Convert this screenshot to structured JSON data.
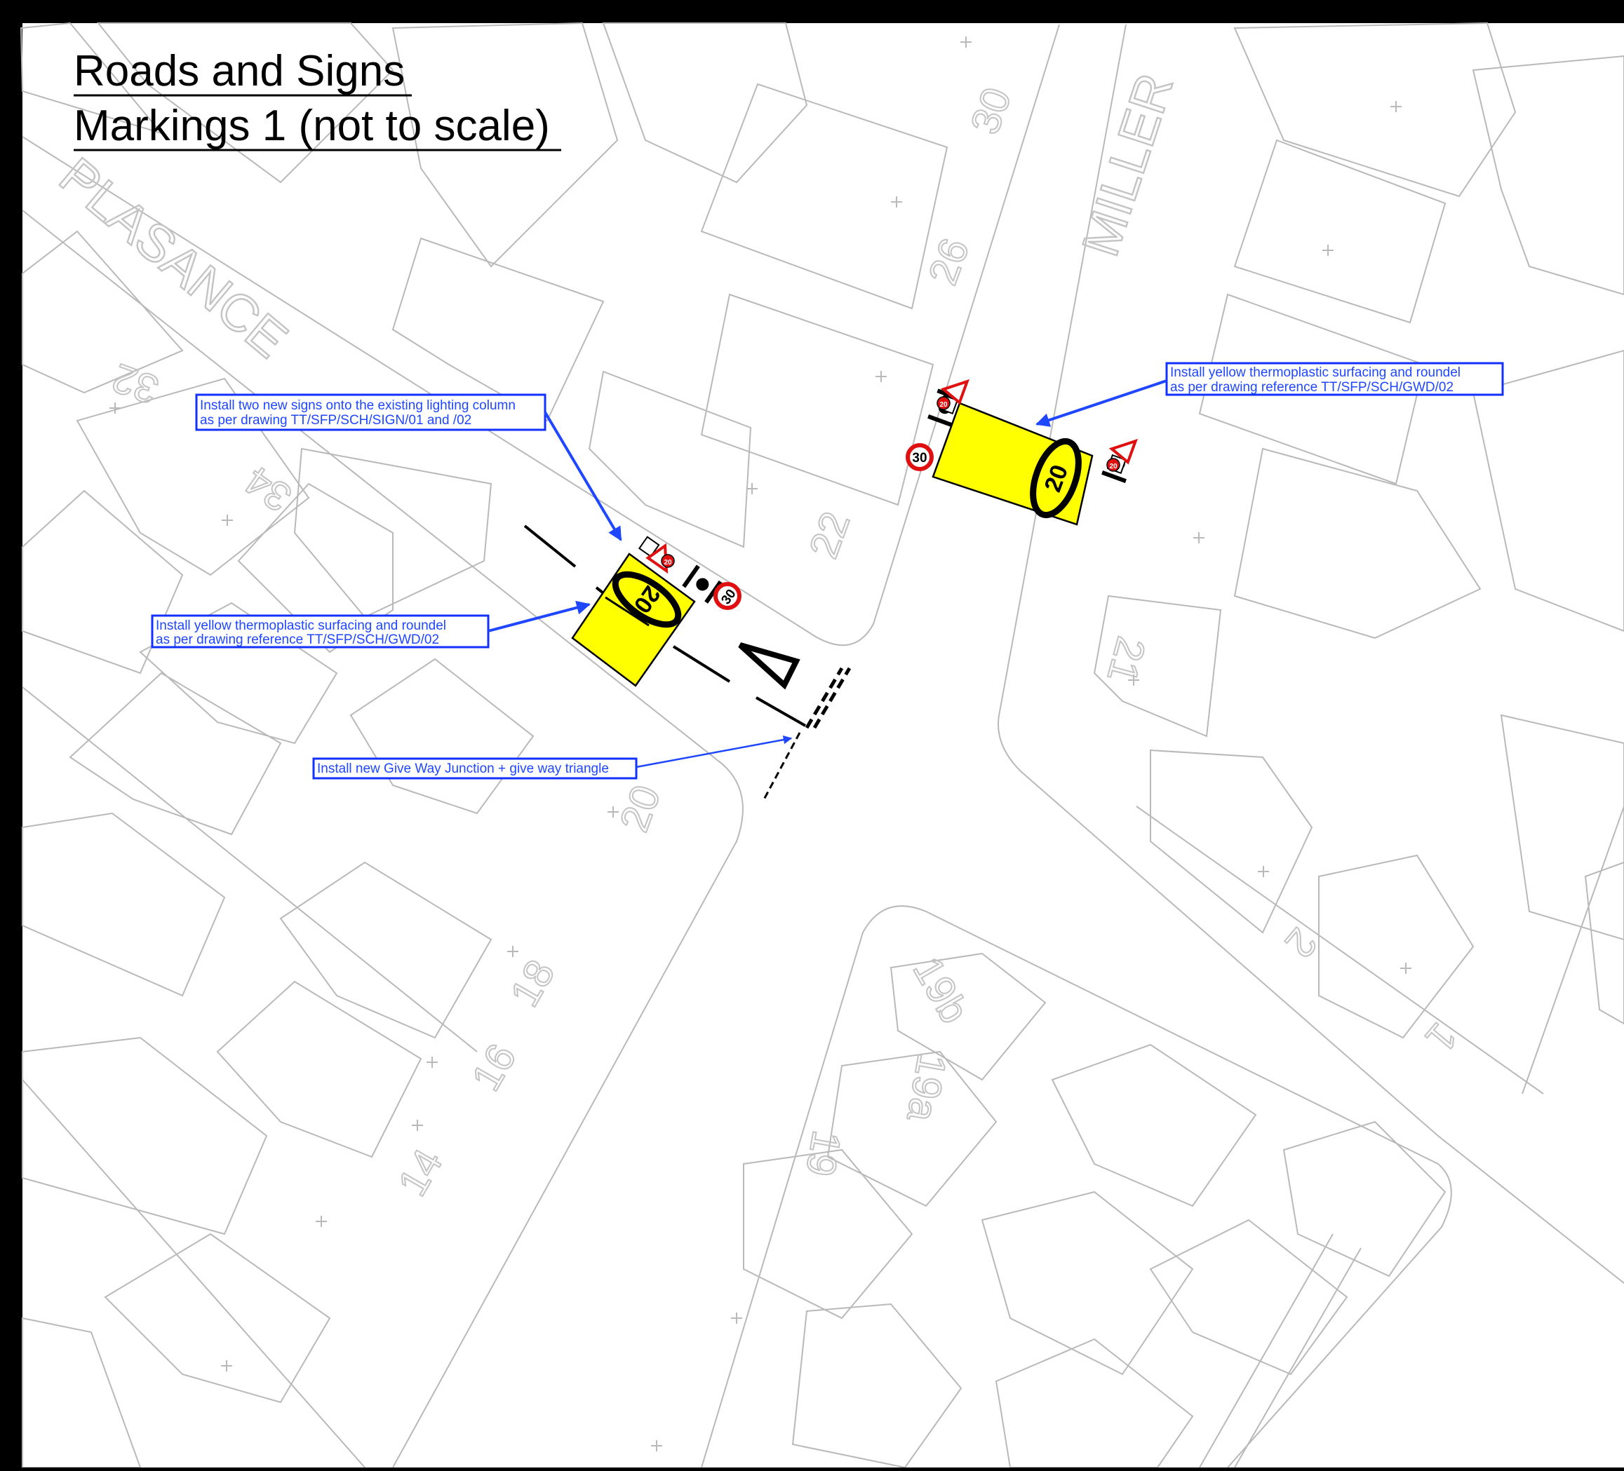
{
  "title": {
    "line1": "Roads and Signs",
    "line2": "Markings 1 (not to scale)"
  },
  "streets": {
    "top_left": "PLASANCE",
    "top_right": "MILLER"
  },
  "house_numbers": [
    "32",
    "34",
    "30",
    "26",
    "22",
    "20",
    "18",
    "16",
    "14",
    "21",
    "2",
    "1",
    "19b",
    "19a",
    "19"
  ],
  "annotations": [
    {
      "id": "signs-column",
      "line1": "Install two new signs onto the existing lighting column",
      "line2": "as per drawing TT/SFP/SCH/SIGN/01 and /02"
    },
    {
      "id": "surfacing-right",
      "line1": "Install yellow thermoplastic surfacing and roundel",
      "line2": "as per drawing reference TT/SFP/SCH/GWD/02"
    },
    {
      "id": "surfacing-left",
      "line1": "Install yellow thermoplastic surfacing and roundel",
      "line2": "as per drawing reference TT/SFP/SCH/GWD/02"
    },
    {
      "id": "give-way",
      "line1": "Install new Give Way Junction + give way triangle",
      "line2": ""
    }
  ],
  "signs": {
    "roundel_value": "20",
    "speed_limit_value": "30",
    "small_sign_value": "20"
  },
  "colors": {
    "surfacing": "#ffff00",
    "annotation": "#1f47ff",
    "sign_red": "#e01010",
    "base_lines": "#b9b9b9"
  }
}
